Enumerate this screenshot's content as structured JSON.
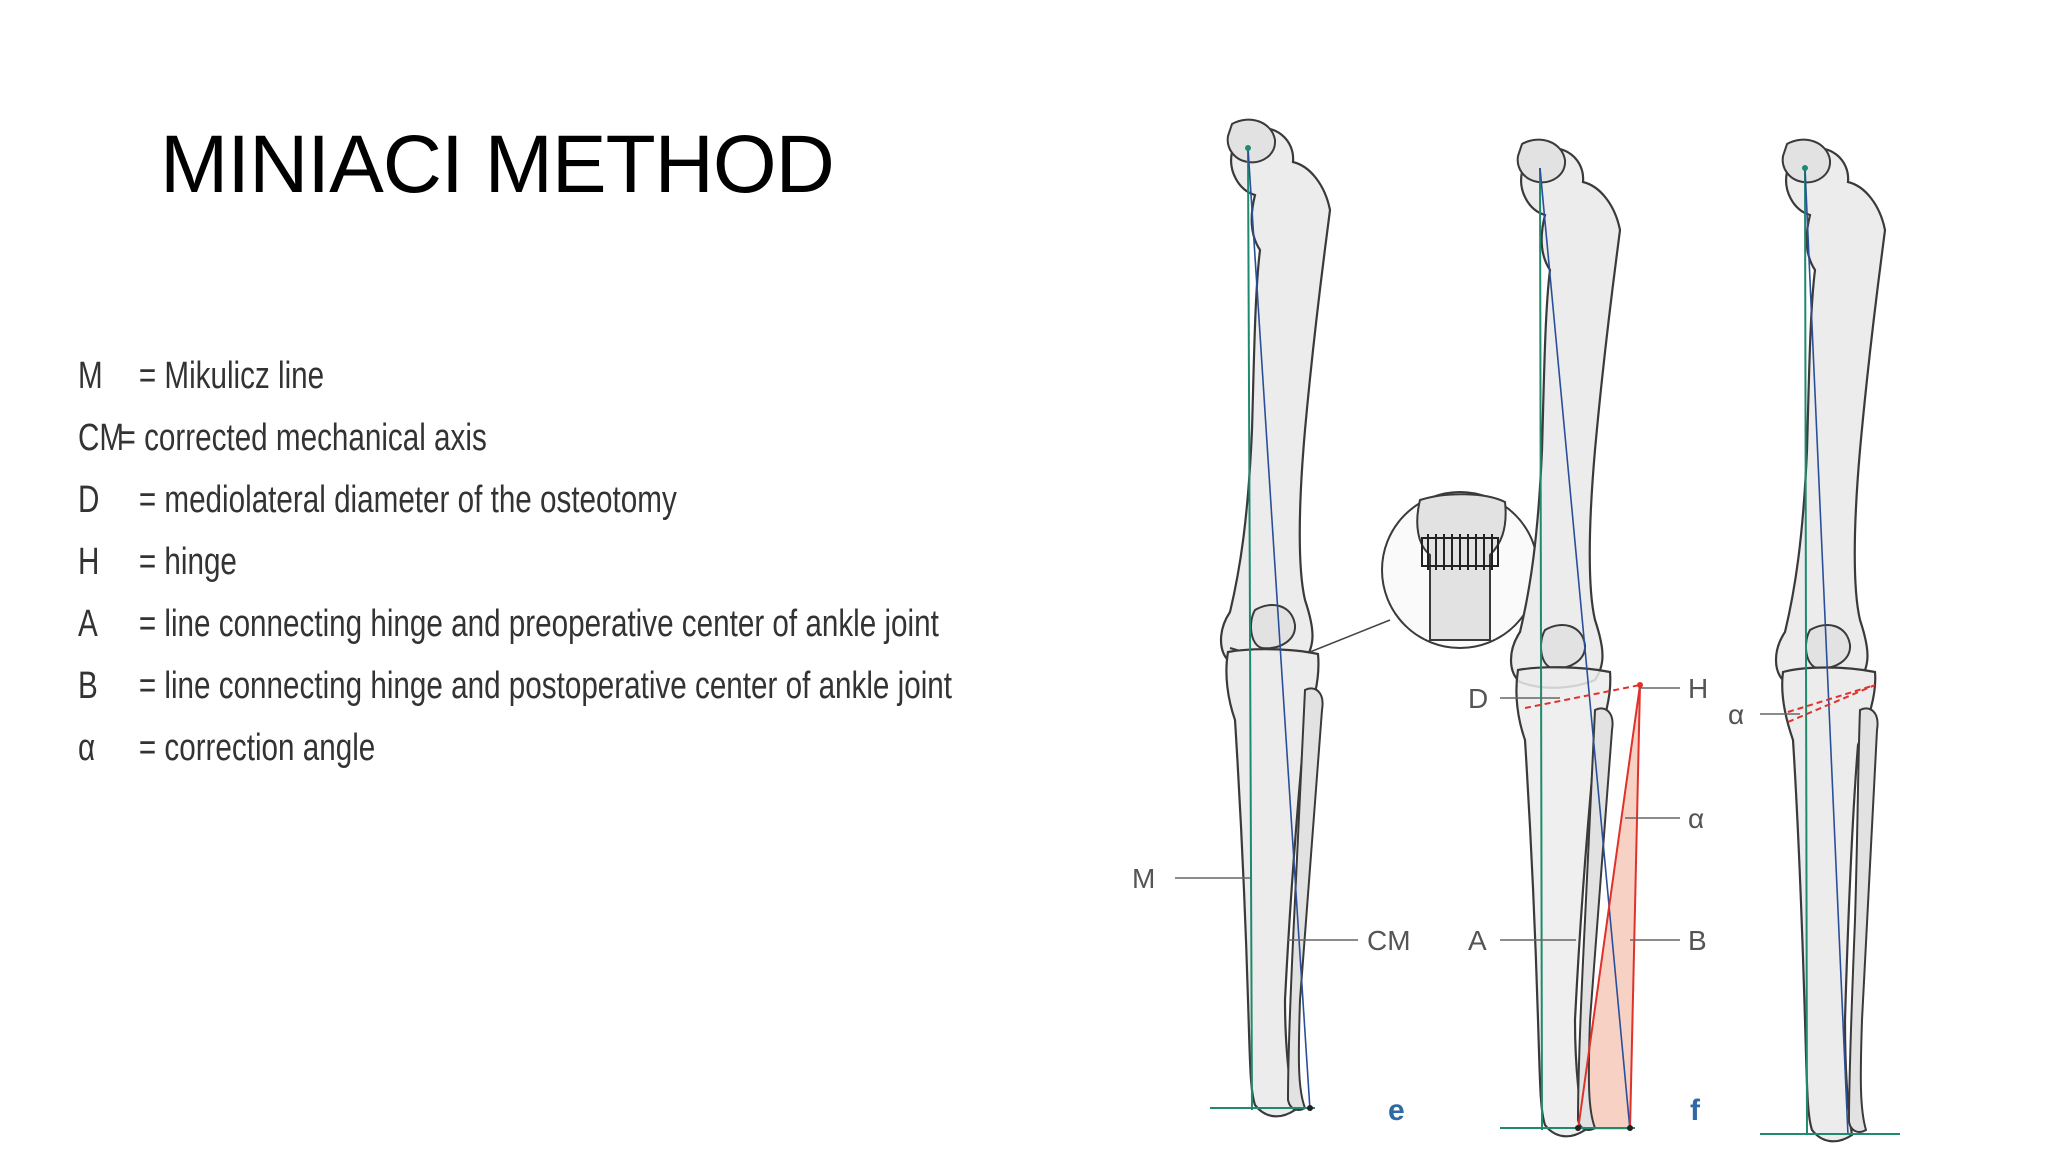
{
  "title": "MINIACI METHOD",
  "legend": [
    {
      "symbol": "M",
      "definition": "= Mikulicz line"
    },
    {
      "symbol": "CM",
      "definition": "= corrected mechanical axis"
    },
    {
      "symbol": "D",
      "definition": "= mediolateral diameter of the osteotomy"
    },
    {
      "symbol": "H",
      "definition": "= hinge"
    },
    {
      "symbol": "A",
      "definition": "= line connecting hinge and preoperative center of ankle joint"
    },
    {
      "symbol": "B",
      "definition": "= line connecting hinge and postoperative center of ankle joint"
    },
    {
      "symbol": "α",
      "definition": "= correction angle"
    }
  ],
  "figure": {
    "labels": {
      "M": "M",
      "CM": "CM",
      "D": "D",
      "H": "H",
      "alpha_mid": "α",
      "A": "A",
      "B": "B",
      "alpha_right": "α",
      "panel_e": "e",
      "panel_f": "f"
    },
    "colors": {
      "mikulicz_line": "#1f8a6e",
      "mechanical_axis": "#2a4f9a",
      "correction_lines": "#e0312b",
      "correction_wedge": "#f7d2c4",
      "panel_letters": "#2d6aa6"
    }
  }
}
